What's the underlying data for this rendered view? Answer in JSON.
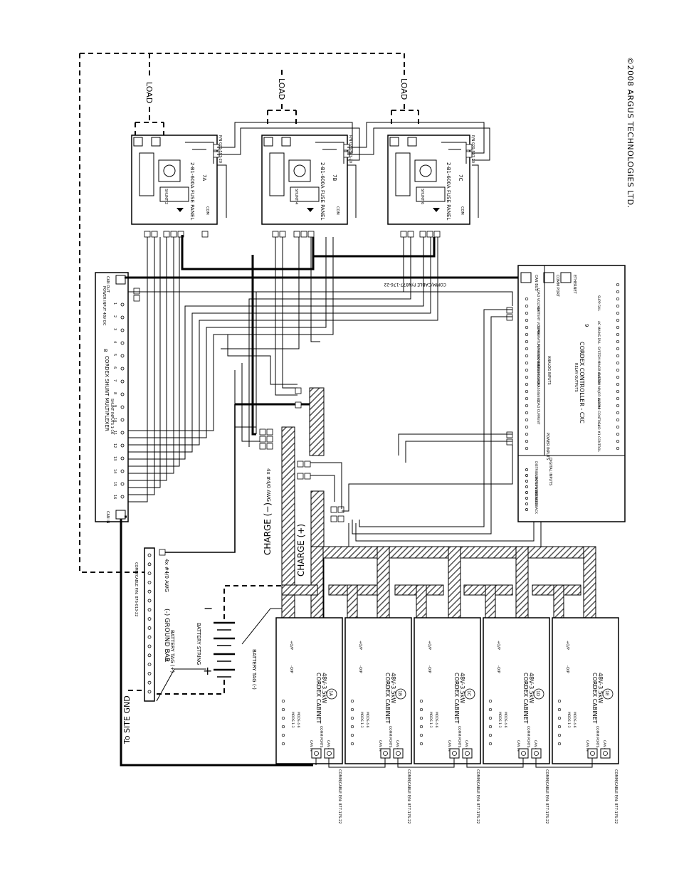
{
  "copyright": "©2008 ARGUS TECHNOLOGIES LTD.",
  "colors": {
    "ink": "#000000",
    "paper": "#ffffff",
    "hatch": "#555555"
  },
  "load_labels": [
    "LOAD",
    "LOAD",
    "LOAD"
  ],
  "fuse_panels": [
    {
      "title": "2-B1-600A FUSE PANEL",
      "badge": "7A",
      "pn": "P/N 020-597-20",
      "shunt": "SHUNT 2",
      "com": "COM"
    },
    {
      "title": "2-B1-600A FUSE PANEL",
      "badge": "7B",
      "pn": "P/N 020-597-20",
      "shunt": "SHUNT 4",
      "com": "COM"
    },
    {
      "title": "2-B1-600A FUSE PANEL",
      "badge": "7C",
      "pn": "P/N 020-597-20",
      "shunt": "SHUNT 6",
      "com": "COM"
    }
  ],
  "shunt_mux": {
    "title": "CORDEX SHUNT MULTIPLEXER",
    "subtitle": "SHUNT INPUTS 1-16",
    "badge": "8",
    "can_top": "CAN OUT",
    "can_bottom": "CAN IN",
    "power_input": "POWER INPUT 48V DC",
    "channels": [
      "1",
      "2",
      "3",
      "4",
      "5",
      "6",
      "7",
      "8",
      "9",
      "10",
      "11",
      "12",
      "13",
      "14",
      "15",
      "16"
    ]
  },
  "controller": {
    "title": "CORDEX CONTROLLER - CXC",
    "badge": "9",
    "analog_inputs": "ANALOG INPUTS",
    "relay_outputs": "RELAY OUTPUTS",
    "digital_inputs": "DIGITAL INPUTS",
    "power_inputs": "POWER INPUTS",
    "comm_port": "COMM PORT",
    "ethernet": "ETHERNET",
    "can_bus": "CAN BUS",
    "analog_labels": [
      "LOAD VOLTAGE",
      "BATTERY VOLTAGE",
      "TEMPERATURE SENSOR #1",
      "TEMPERATURE SENSOR #2",
      "UNASSIGNED",
      "UNASSIGNED",
      "LOAD CURRENT"
    ],
    "relay_labels": [
      "SUPP FAIL",
      "AC MAINS FAIL",
      "SYSTEM MINOR ALARM",
      "SYSTEM MAJOR ALARM",
      "LVD #2 CONTROL",
      "LVD #1 CONTROL"
    ],
    "digital_labels": [
      "DISTRIBUTION FUSE/CB",
      "BATTERY BREAKER",
      "LVD FEEDBACK"
    ]
  },
  "ground_bar": {
    "label": "(-) GROUND BAR",
    "badge": "2",
    "pn": "COMM/CABLE P/N: 876-013-22"
  },
  "battery": {
    "string": "BATTERY STRING",
    "tag_pos": "BATTERY TAG (+)",
    "tag_neg": "BATTERY TAG (-)",
    "plus": "+",
    "minus": "−"
  },
  "site_gnd": "To SITE GND",
  "charge_neg": "CHARGE (−)",
  "charge_pos": "CHARGE (+)",
  "cable_awg_1": "4x #4/0 AWG",
  "cable_awg_2": "4x #4/0 AWG",
  "comm_cable": "COMM/CABLE P/N877-176-22",
  "cabinets": [
    {
      "title": "CORDEX CABINET",
      "spec": "48V-3.5kW",
      "badge": "1A",
      "slots_a": "MODS 1-3",
      "slots_b": "MODS 4-6",
      "can_in": "CAN IN",
      "can_out": "CAN OUT",
      "comm": "COMM PORTS",
      "out_pos": "+O/P",
      "out_neg": "-O/P",
      "cable": "COMM/CABLE P/N: 877-176-22"
    },
    {
      "title": "CORDEX CABINET",
      "spec": "48V-3.5kW",
      "badge": "1B",
      "slots_a": "MODS 1-3",
      "slots_b": "MODS 4-6",
      "can_in": "CAN IN",
      "can_out": "CAN OUT",
      "comm": "COMM PORTS",
      "out_pos": "+O/P",
      "out_neg": "-O/P",
      "cable": "COMM/CABLE P/N: 877-176-22"
    },
    {
      "title": "CORDEX CABINET",
      "spec": "48V-3.5kW",
      "badge": "1C",
      "slots_a": "MODS 1-3",
      "slots_b": "MODS 4-6",
      "can_in": "CAN IN",
      "can_out": "CAN OUT",
      "comm": "COMM PORTS",
      "out_pos": "+O/P",
      "out_neg": "-O/P",
      "cable": "COMM/CABLE P/N: 877-176-22"
    },
    {
      "title": "CORDEX CABINET",
      "spec": "48V-3.5kW",
      "badge": "1D",
      "slots_a": "MODS 1-3",
      "slots_b": "MODS 4-6",
      "can_in": "CAN IN",
      "can_out": "CAN OUT",
      "comm": "COMM PORTS",
      "out_pos": "+O/P",
      "out_neg": "-O/P",
      "cable": "COMM/CABLE P/N: 877-176-22"
    },
    {
      "title": "CORDEX CABINET",
      "spec": "48V-3.5kW",
      "badge": "1E",
      "slots_a": "MODS 1-3",
      "slots_b": "MODS 4-6",
      "can_in": "CAN IN",
      "can_out": "CAN OUT",
      "comm": "COMM PORTS",
      "out_pos": "+O/P",
      "out_neg": "-O/P",
      "cable": "COMM/CABLE P/N: 877-176-22"
    }
  ]
}
